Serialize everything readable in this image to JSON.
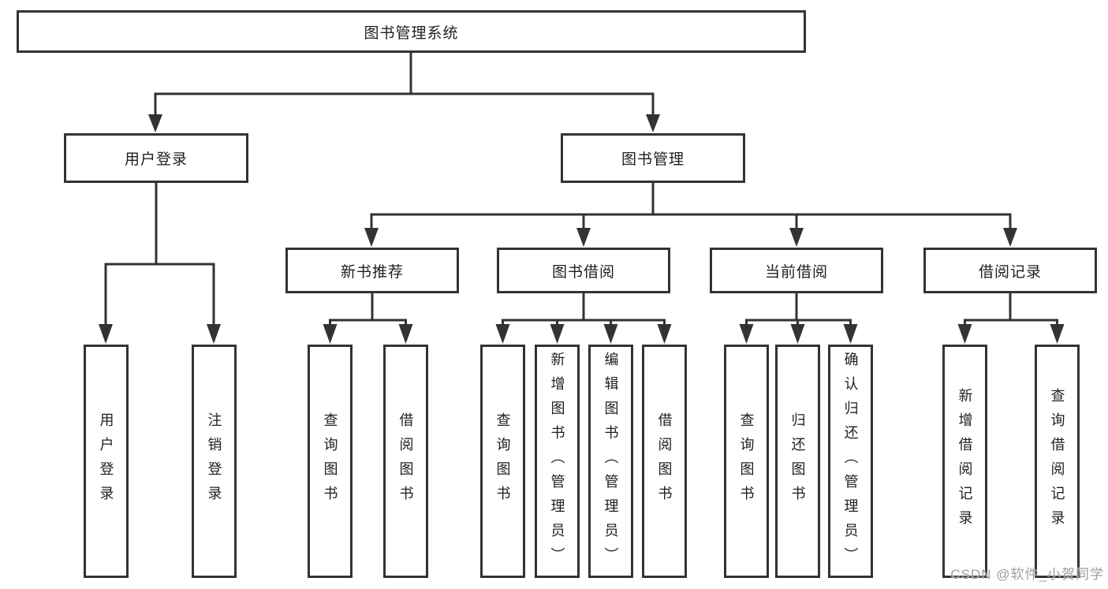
{
  "root": {
    "label": "图书管理系统"
  },
  "branches": {
    "user_login": {
      "label": "用户登录",
      "leaves": [
        {
          "label": "用户登录"
        },
        {
          "label": "注销登录"
        }
      ]
    },
    "book_mgmt": {
      "label": "图书管理",
      "groups": [
        {
          "label": "新书推荐",
          "leaves": [
            {
              "label": "查询图书"
            },
            {
              "label": "借阅图书"
            }
          ]
        },
        {
          "label": "图书借阅",
          "leaves": [
            {
              "label": "查询图书"
            },
            {
              "label": "新增图书（管理员）"
            },
            {
              "label": "编辑图书（管理员）"
            },
            {
              "label": "借阅图书"
            }
          ]
        },
        {
          "label": "当前借阅",
          "leaves": [
            {
              "label": "查询图书"
            },
            {
              "label": "归还图书"
            },
            {
              "label": "确认归还（管理员）"
            }
          ]
        },
        {
          "label": "借阅记录",
          "leaves": [
            {
              "label": "新增借阅记录"
            },
            {
              "label": "查询借阅记录"
            }
          ]
        }
      ]
    }
  },
  "watermark": "CSDN @软件_小贺同学",
  "colors": {
    "line": "#333333",
    "text": "#1f1f1f",
    "box_background": "#ffffff",
    "page_background": "#ffffff",
    "watermark": "#9e9e9e"
  }
}
